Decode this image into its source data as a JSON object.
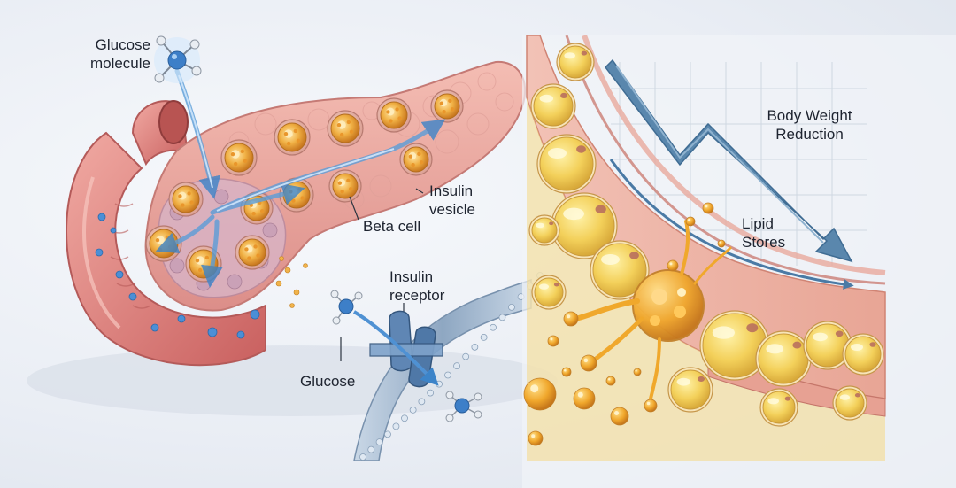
{
  "labels": {
    "glucose_molecule": "Glucose\nmolecule",
    "insulin_vesicle": "Insulin\nvesicle",
    "beta_cell": "Beta cell",
    "insulin_receptor": "Insulin\nreceptor",
    "glucose": "Glucose",
    "body_weight_reduction": "Body Weight\nReduction",
    "lipid_stores": "Lipid\nStores"
  },
  "colors": {
    "pancreas": "#e9a3a0",
    "pancreas_dark": "#c9706f",
    "vesicle": "#f2b64a",
    "glucose_blue": "#3d7fc8",
    "membrane": "#9bb3c9",
    "fat_cell": "#f4d36a",
    "lipid_drop": "#f0a830",
    "trend_arrow": "#5b88ad"
  }
}
